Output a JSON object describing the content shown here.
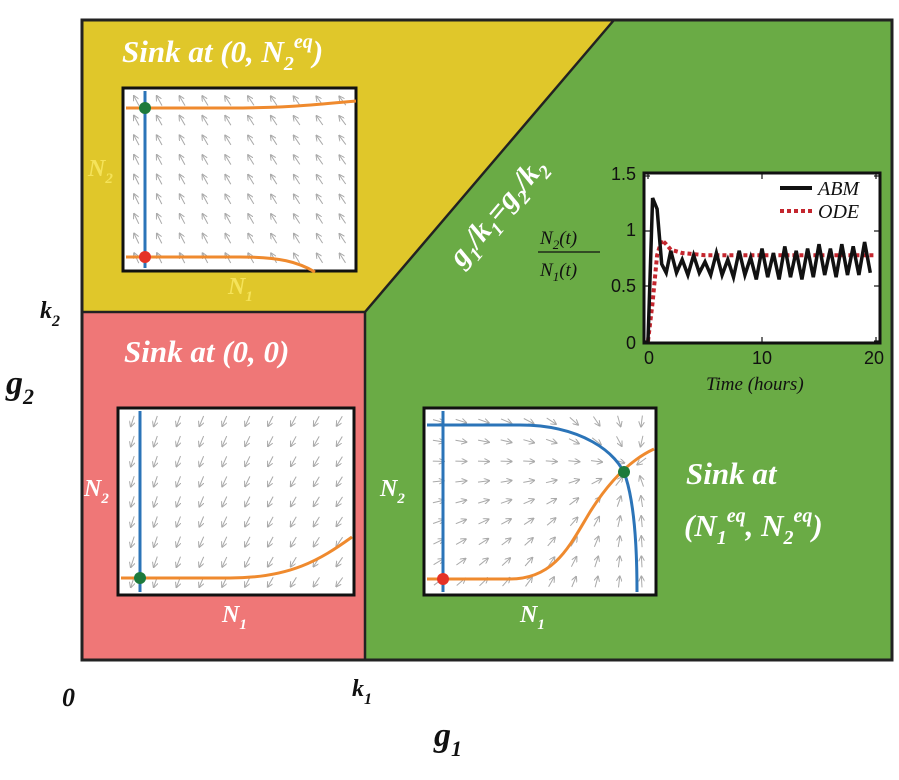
{
  "axes": {
    "x_label_main": "g",
    "x_label_sub": "1",
    "y_label_main": "g",
    "y_label_sub": "2",
    "origin_label": "0",
    "k1_main": "k",
    "k1_sub": "1",
    "k2_main": "k",
    "k2_sub": "2"
  },
  "regions": {
    "yellow": {
      "title_pre": "Sink at (0, N",
      "title_sub": "2",
      "title_sup": "eq",
      "title_post": ")",
      "color": "#e0c72a"
    },
    "red": {
      "title": "Sink at (0, 0)",
      "color": "#ef7777"
    },
    "green": {
      "title_line1": "Sink at",
      "title_line2_a": "(N",
      "title_line2_a_sub": "1",
      "title_line2_a_sup": "eq",
      "title_line2_b": ", N",
      "title_line2_b_sub": "2",
      "title_line2_b_sup": "eq",
      "title_line2_c": ")",
      "color": "#6aab45"
    }
  },
  "boundary_label": {
    "g1": "g",
    "s1": "1",
    "slash1": "/k",
    "s2": "1",
    "eq": "=g",
    "s3": "2",
    "slash2": "/k",
    "s4": "2"
  },
  "phase_labels": {
    "n1_main": "N",
    "n1_sub": "1",
    "n2_main": "N",
    "n2_sub": "2"
  },
  "inset": {
    "ylabel_num_main": "N",
    "ylabel_num_sub": "2",
    "ylabel_num_tail": "(t)",
    "ylabel_den_main": "N",
    "ylabel_den_sub": "1",
    "ylabel_den_tail": "(t)",
    "xlabel": "Time (hours)",
    "legend_abm": "ABM",
    "legend_ode": "ODE",
    "xticks": [
      "0",
      "10",
      "20"
    ],
    "yticks": [
      "0",
      "0.5",
      "1",
      "1.5"
    ],
    "abm_color": "#111111",
    "ode_color": "#c4262e"
  },
  "chart_data": {
    "type": "line",
    "xlabel": "Time (hours)",
    "ylabel": "N2(t)/N1(t)",
    "xlim": [
      0,
      20
    ],
    "ylim": [
      0,
      1.5
    ],
    "series": [
      {
        "name": "ABM",
        "x": [
          0,
          0.4,
          0.8,
          1.2,
          1.6,
          2.0,
          2.5,
          3.0,
          3.5,
          4.0,
          4.5,
          5.0,
          5.5,
          6.0,
          6.5,
          7.0,
          7.5,
          8.0,
          8.5,
          9.0,
          9.5,
          10.0,
          10.5,
          11.0,
          11.5,
          12.0,
          12.5,
          13.0,
          13.5,
          14.0,
          14.5,
          15.0,
          15.5,
          16.0,
          16.5,
          17.0,
          17.5,
          18.0,
          18.5,
          19.0,
          19.5
        ],
        "y": [
          0.0,
          1.3,
          1.2,
          0.7,
          0.62,
          0.82,
          0.62,
          0.74,
          0.6,
          0.78,
          0.62,
          0.72,
          0.6,
          0.8,
          0.6,
          0.74,
          0.58,
          0.82,
          0.6,
          0.76,
          0.56,
          0.84,
          0.58,
          0.8,
          0.56,
          0.86,
          0.58,
          0.82,
          0.56,
          0.84,
          0.58,
          0.88,
          0.6,
          0.84,
          0.58,
          0.88,
          0.6,
          0.86,
          0.6,
          0.9,
          0.62
        ]
      },
      {
        "name": "ODE",
        "x": [
          0,
          0.4,
          0.8,
          1.2,
          1.6,
          2.0,
          3.0,
          4.0,
          5.0,
          6.0,
          8.0,
          10.0,
          12.0,
          14.0,
          16.0,
          18.0,
          19.8
        ],
        "y": [
          0.0,
          0.35,
          0.78,
          0.92,
          0.88,
          0.83,
          0.8,
          0.79,
          0.78,
          0.78,
          0.78,
          0.78,
          0.78,
          0.78,
          0.78,
          0.78,
          0.78
        ]
      }
    ]
  }
}
